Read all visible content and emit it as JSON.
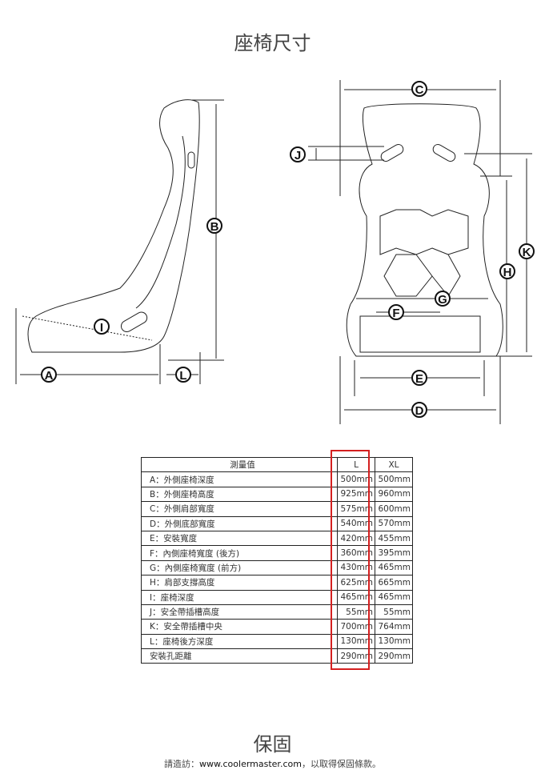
{
  "title": "座椅尺寸",
  "diagram_labels": {
    "A": "A",
    "B": "B",
    "C": "C",
    "D": "D",
    "E": "E",
    "F": "F",
    "G": "G",
    "H": "H",
    "I": "I",
    "J": "J",
    "K": "K",
    "L": "L"
  },
  "table": {
    "headers": [
      "測量值",
      "L",
      "XL"
    ],
    "rows": [
      {
        "name": "A：外側座椅深度",
        "L": "500mm",
        "XL": "500mm"
      },
      {
        "name": "B：外側座椅高度",
        "L": "925mm",
        "XL": "960mm"
      },
      {
        "name": "C：外側肩部寬度",
        "L": "575mm",
        "XL": "600mm"
      },
      {
        "name": "D：外側底部寬度",
        "L": "540mm",
        "XL": "570mm"
      },
      {
        "name": "E：安裝寬度",
        "L": "420mm",
        "XL": "455mm"
      },
      {
        "name": "F：內側座椅寬度 (後方)",
        "L": "360mm",
        "XL": "395mm"
      },
      {
        "name": "G：內側座椅寬度 (前方)",
        "L": "430mm",
        "XL": "465mm"
      },
      {
        "name": "H：肩部支撐高度",
        "L": "625mm",
        "XL": "665mm"
      },
      {
        "name": "I：座椅深度",
        "L": "465mm",
        "XL": "465mm"
      },
      {
        "name": "J：安全帶插槽高度",
        "L": "55mm",
        "XL": "55mm"
      },
      {
        "name": "K：安全帶插槽中央",
        "L": "700mm",
        "XL": "764mm"
      },
      {
        "name": "L：座椅後方深度",
        "L": "130mm",
        "XL": "130mm"
      },
      {
        "name": "安裝孔距離",
        "L": "290mm",
        "XL": "290mm"
      }
    ],
    "highlight_color": "#d42020"
  },
  "warranty": {
    "title": "保固",
    "note_prefix": "請造訪：",
    "url": "www.coolermaster.com",
    "note_suffix": "，以取得保固條款。"
  }
}
